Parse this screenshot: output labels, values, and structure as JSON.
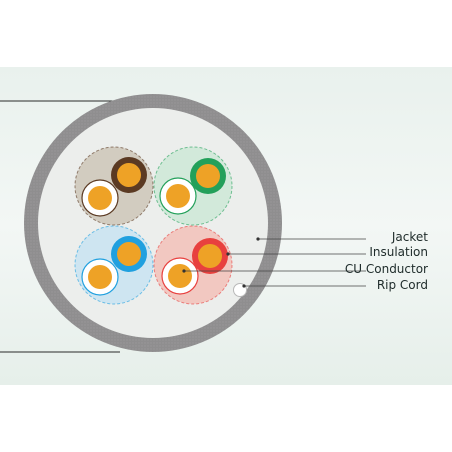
{
  "labels": {
    "jacket": "Jacket",
    "insulation": "Insulation",
    "conductor": "CU Conductor",
    "rip_cord": "Rip Cord"
  },
  "colors": {
    "background_panel": "#eaf2ee",
    "jacket": "#8f8e8f",
    "inner_fill": "#eceeec",
    "copper": "#eea226",
    "pair_brown": "#5b3a23",
    "pair_green": "#23a05a",
    "pair_blue": "#20a0df",
    "pair_orange": "#e8403e",
    "tint_brown": "#cfc8bb",
    "tint_green": "#cfe8d8",
    "tint_blue": "#cbe3f2",
    "tint_orange": "#f3c3bc"
  },
  "pairs": [
    {
      "name": "brown-pair",
      "color_key": "pair_brown",
      "tint_key": "tint_brown"
    },
    {
      "name": "green-pair",
      "color_key": "pair_green",
      "tint_key": "tint_green"
    },
    {
      "name": "blue-pair",
      "color_key": "pair_blue",
      "tint_key": "tint_blue"
    },
    {
      "name": "orange-pair",
      "color_key": "pair_orange",
      "tint_key": "tint_orange"
    }
  ]
}
